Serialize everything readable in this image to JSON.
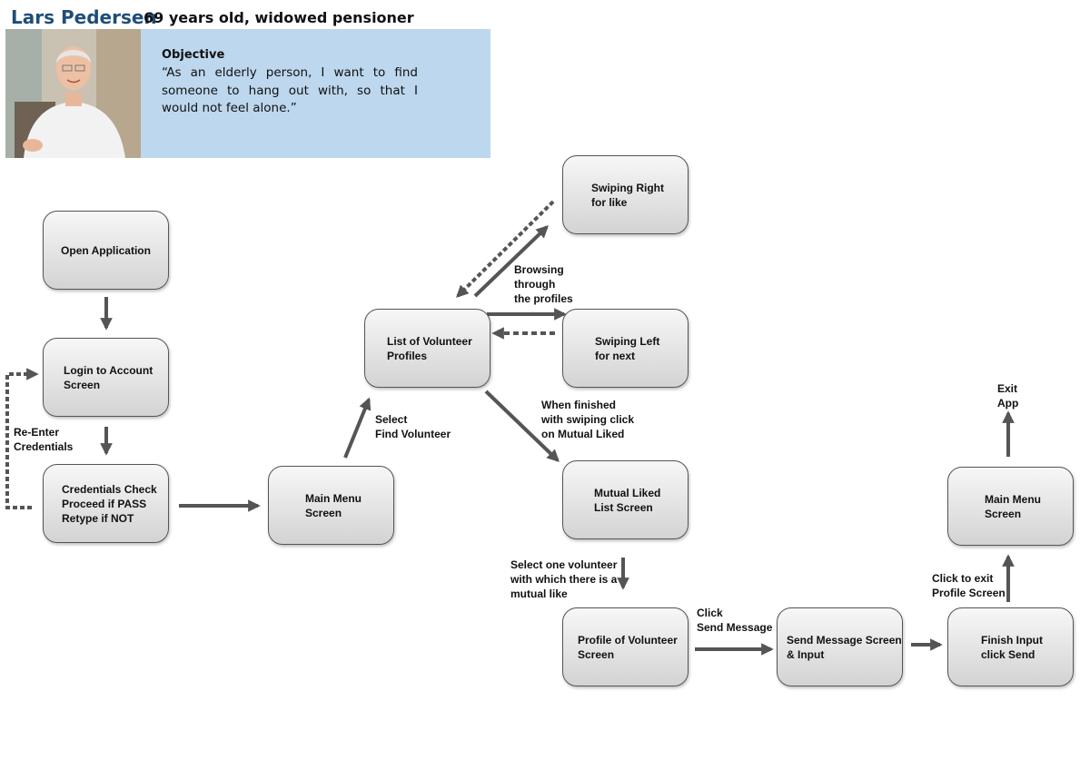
{
  "persona": {
    "name": "Lars Pedersen",
    "description": "69 years old, widowed pensioner",
    "objective_title": "Objective",
    "objective_quote": "“As an elderly person, I want to find someone to hang out with, so that I would not feel alone.”"
  },
  "nodes": {
    "open_app": "Open Application",
    "login": "Login to Account\nScreen",
    "credentials": "Credentials Check\nProceed if PASS\nRetype if NOT",
    "main_menu_1": "Main Menu\nScreen",
    "volunteer_list": "List of Volunteer\nProfiles",
    "swipe_right": "Swiping Right\nfor like",
    "swipe_left": "Swiping Left\nfor next",
    "mutual_liked": "Mutual Liked\nList Screen",
    "profile": "Profile of Volunteer\nScreen",
    "send_message": "Send Message Screen\n& Input",
    "finish_input": "Finish Input\nclick Send",
    "main_menu_2": "Main Menu\nScreen"
  },
  "labels": {
    "re_enter": "Re-Enter\nCredentials",
    "select_find": "Select\nFind Volunteer",
    "browsing": "Browsing\nthrough\nthe profiles",
    "when_finished": "When finished\nwith swiping click\non Mutual Liked",
    "select_one": "Select one volunteer\nwith which there is a\nmutual like",
    "click_send": "Click\nSend Message",
    "click_exit": "Click to exit\nProfile Screen",
    "exit_app": "Exit\nApp"
  },
  "colors": {
    "arrow": "#555555",
    "objective_bg": "#bdd7ee",
    "name": "#1f4e79"
  }
}
